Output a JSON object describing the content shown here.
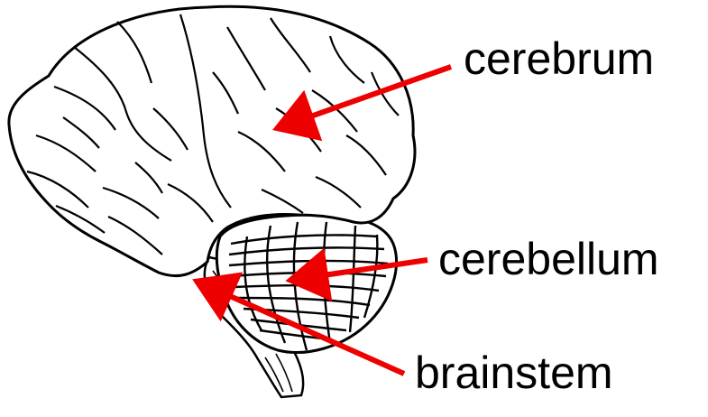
{
  "labels": {
    "cerebrum": "cerebrum",
    "cerebellum": "cerebellum",
    "brainstem": "brainstem"
  },
  "colors": {
    "arrow": "#ee0000",
    "outline": "#000000",
    "fill": "#ffffff"
  }
}
